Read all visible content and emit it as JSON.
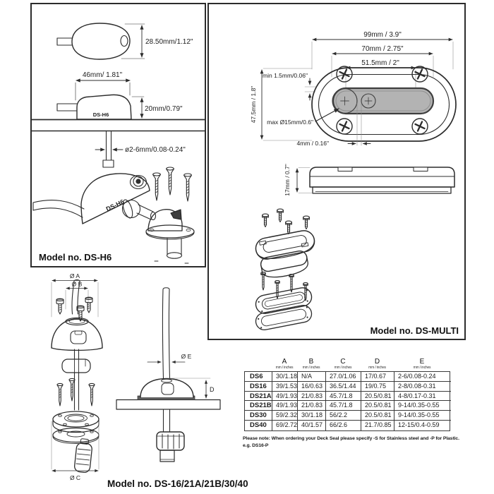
{
  "colors": {
    "line": "#2c2c2c",
    "slot_fill": "#b3b3b3",
    "seal_fill": "#5f5f5f"
  },
  "dsh6": {
    "caption": "Model no. DS-H6",
    "body_label": "DS-H6",
    "exploded_label": "DS-H6",
    "dim_top_height": "28.50mm/1.12\"",
    "dim_side_width": "46mm/ 1.81\"",
    "dim_side_height": "20mm/0.79\"",
    "dim_cable": "ø2-6mm/0.08-0.24\""
  },
  "dsmulti": {
    "caption": "Model no. DS-MULTI",
    "dim_width_outer": "99mm / 3.9\"",
    "dim_width_holes": "70mm / 2.75\"",
    "dim_width_slot": "51.5mm / 2\"",
    "dim_min_gap": "min 1.5mm/0.06\"",
    "dim_height": "47.5mm / 1.8\"",
    "dim_max_cable": "max Ø15mm/0.6\"",
    "dim_hole_gap": "4mm / 0.16\"",
    "dim_thickness": "17mm / 0.7\""
  },
  "dsseries": {
    "caption": "Model no. DS-16/21A/21B/30/40",
    "dim_a": "Ø A",
    "dim_b": "Ø B",
    "dim_c": "Ø C",
    "dim_e": "Ø E",
    "dim_d": "D"
  },
  "table": {
    "unit_label": "mm / inches",
    "columns": [
      "A",
      "B",
      "C",
      "D",
      "E"
    ],
    "rows": [
      {
        "model": "DS6",
        "a": "30/1.18",
        "b": "N/A",
        "c": "27.0/1.06",
        "d": "17/0.67",
        "e": "2-6/0.08-0.24"
      },
      {
        "model": "DS16",
        "a": "39/1.53",
        "b": "16/0.63",
        "c": "36.5/1.44",
        "d": "19/0.75",
        "e": "2-8/0.08-0.31"
      },
      {
        "model": "DS21A",
        "a": "49/1.93",
        "b": "21/0.83",
        "c": "45.7/1.8",
        "d": "20.5/0.81",
        "e": "4-8/0.17-0.31"
      },
      {
        "model": "DS21B",
        "a": "49/1.93",
        "b": "21/0.83",
        "c": "45.7/1.8",
        "d": "20.5/0.81",
        "e": "9-14/0.35-0.55"
      },
      {
        "model": "DS30",
        "a": "59/2.32",
        "b": "30/1.18",
        "c": "56/2.2",
        "d": "20.5/0.81",
        "e": "9-14/0.35-0.55"
      },
      {
        "model": "DS40",
        "a": "69/2.72",
        "b": "40/1.57",
        "c": "66/2.6",
        "d": "21.7/0.85",
        "e": "12-15/0.4-0.59"
      }
    ]
  },
  "note": {
    "line1": "Please note: When ordering your Deck Seal please specify -S for Stainless steel and -P for Plastic.",
    "line2": "e.g. DS16-P"
  }
}
